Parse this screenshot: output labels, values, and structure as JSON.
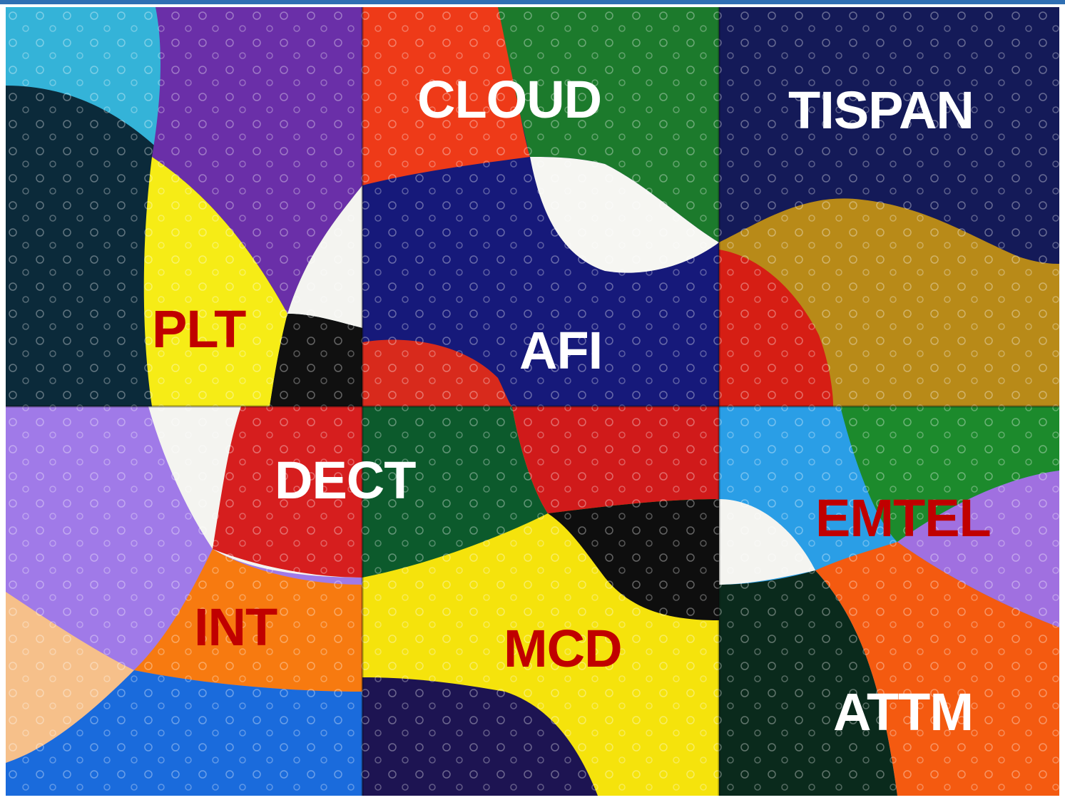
{
  "labels": {
    "cloud": "CLOUD",
    "tispan": "TISPAN",
    "plt": "PLT",
    "afi": "AFI",
    "dect": "DECT",
    "emtel": "EMTEL",
    "int": "INT",
    "mcd": "MCD",
    "attm": "ATTM"
  },
  "colors": {
    "label_white": "#ffffff",
    "label_red": "#c00000",
    "top_rule": "#2f6fb3"
  }
}
